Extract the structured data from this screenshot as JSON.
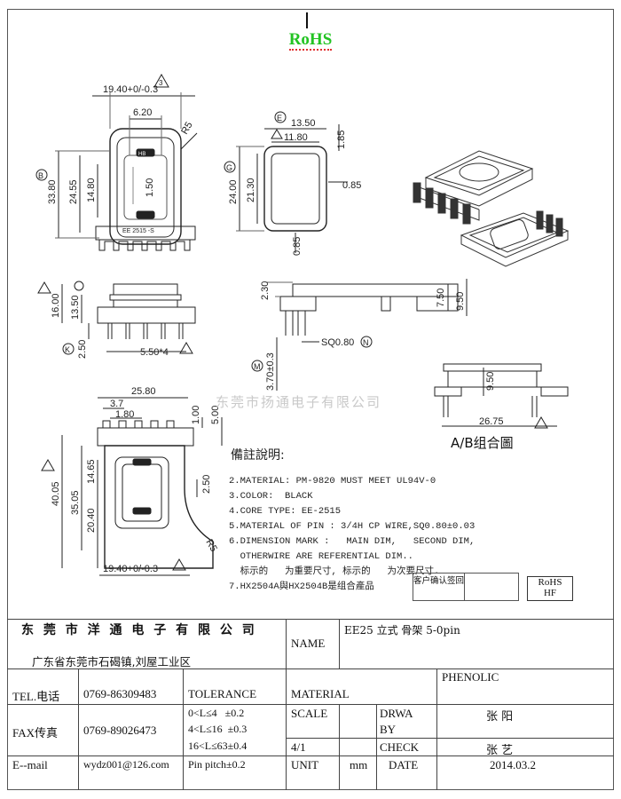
{
  "header": {
    "rohs": "RoHS"
  },
  "watermark": "东莞市扬通电子有限公司",
  "views": {
    "front": {
      "dims": [
        "19.40+0/-0.3",
        "6.20",
        "R5",
        "33.80",
        "24.55",
        "14.80",
        "1.50"
      ],
      "marks": [
        "B",
        "3"
      ],
      "part_text": [
        "HB",
        "EE 2515 -S"
      ]
    },
    "core_slot": {
      "dims": [
        "13.50",
        "11.80",
        "1.85",
        "24.00",
        "21.30",
        "0.85",
        "0.85"
      ],
      "marks": [
        "E",
        "G"
      ]
    },
    "side_left": {
      "dims": [
        "16.00",
        "13.50",
        "2.50",
        "5.50*4"
      ],
      "marks": [
        "K"
      ]
    },
    "side_right": {
      "dims": [
        "2.30",
        "7.50",
        "9.50",
        "SQ0.80",
        "3.70±0.3"
      ],
      "marks": [
        "N",
        "M"
      ]
    },
    "bottom": {
      "dims": [
        "25.80",
        "3.7",
        "1.80",
        "1.00",
        "5.00",
        "2.50",
        "40.05",
        "35.05",
        "14.65",
        "20.40",
        "R5",
        "19.40+0/-0.3"
      ]
    },
    "assembly": {
      "dims": [
        "9.50",
        "26.75"
      ],
      "label": "A/B组合圖"
    }
  },
  "notes": {
    "title": "備註說明:",
    "lines": [
      "2.MATERIAL: PM-9820 MUST MEET UL94V-0",
      "3.COLOR:  BLACK",
      "4.CORE TYPE: EE-2515",
      "5.MATERIAL OF PIN : 3/4H CP WIRE,SQ0.80±0.03",
      "6.DIMENSION MARK :   MAIN DIM,   SECOND DIM,",
      "  OTHERWIRE ARE REFERENTIAL DIM..",
      "  标示的   为重要尺寸, 标示的   为次要尺寸.",
      "7.HX2504A與HX2504B是组合產品"
    ],
    "confirm_label": "客户确认签回",
    "rohs_hf": [
      "RoHS",
      "HF"
    ]
  },
  "title_block": {
    "company": "东 莞 市 洋 通 电 子 有 限 公 司",
    "address": "广东省东莞市石碣镇,刘屋工业区",
    "name_label": "NAME",
    "name_value": "EE25 立式 骨架 5-0pin",
    "tel_label": "TEL.电话",
    "tel_value": "0769-86309483",
    "tolerance_label": "TOLERANCE",
    "material_label": "MATERIAL",
    "material_value": "PHENOLIC",
    "fax_label": "FAX传真",
    "fax_value": "0769-89026473",
    "tol1": "0<L≤4   ±0.2",
    "tol2": "4<L≤16  ±0.3",
    "tol3": "16<L≤63±0.4",
    "tol4": "Pin pitch±0.2",
    "scale_label": "SCALE",
    "scale_value": "4/1",
    "drawn_label": "DRWA",
    "drawn_label2": "BY",
    "drawn_value": "张 阳",
    "check_label": "CHECK",
    "check_value": "张 艺",
    "email_label": "E--mail",
    "email_value": "wydz001@126.com",
    "unit_label": "UNIT",
    "unit_value": "mm",
    "date_label": "DATE",
    "date_value": "2014.03.2"
  },
  "colors": {
    "rohs": "#22c322",
    "line": "#222222",
    "watermark": "#c9c9c9"
  }
}
